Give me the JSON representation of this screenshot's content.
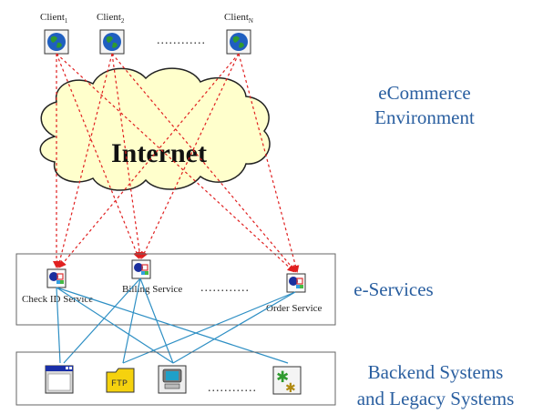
{
  "clients": [
    {
      "label": "Client",
      "sub": "1"
    },
    {
      "label": "Client",
      "sub": "2"
    },
    {
      "label": "Client",
      "sub": "N"
    }
  ],
  "client_ellipsis": "............",
  "cloud_label": "Internet",
  "services": [
    {
      "label": "Check ID Service"
    },
    {
      "label": "Billing Service"
    },
    {
      "label": "Order Service"
    }
  ],
  "service_ellipsis": "............",
  "backend_icons": [
    "browser-window-icon",
    "ftp-folder-icon",
    "terminal-computer-icon",
    "gears-icon"
  ],
  "backend_ellipsis": "............",
  "ftp_text": "FTP",
  "sections": {
    "ecommerce_line1": "eCommerce",
    "ecommerce_line2": "Environment",
    "eservices": "e-Services",
    "backend_line1": "Backend Systems",
    "backend_line2": "and Legacy Systems"
  },
  "colors": {
    "red_dashed": "#e02020",
    "blue_lines": "#2e8fc4",
    "cloud_fill": "#ffffcc",
    "side_text": "#2a5fa0"
  }
}
